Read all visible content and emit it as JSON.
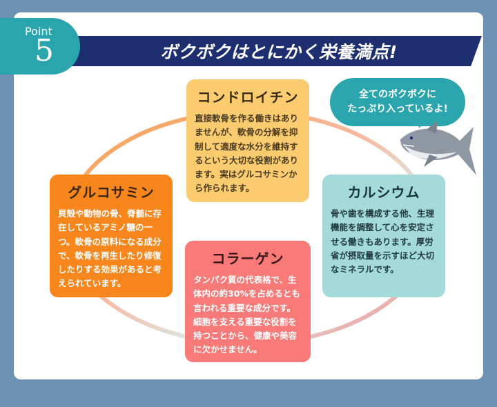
{
  "point": {
    "label": "Point",
    "number": "5"
  },
  "banner": {
    "title": "ボクボクはとにかく栄養満点!"
  },
  "bubble": {
    "line1": "全てのボクボクに",
    "line2": "たっぷり入っているよ!"
  },
  "boxes": {
    "chondroitin": {
      "title": "コンドロイチン",
      "text": "直接軟骨を作る働きはありませんが、軟骨の分解を抑制して適度な水分を維持するという大切な役割があります。実はグルコサミンから作られます。"
    },
    "glucosamine": {
      "title": "グルコサミン",
      "text": "貝殻や動物の骨、脊髄に存在しているアミノ糖の一つ。軟骨の原料になる成分で、軟骨を再生したり修復したりする効果があると考えられています。"
    },
    "calcium": {
      "title": "カルシウム",
      "text": "骨や歯を構成する他、生理機能を調整して心を安定させる働きもあります。厚労省が摂取量を示すほど大切なミネラルです。"
    },
    "collagen": {
      "title": "コラーゲン",
      "text": "タンパク質の代表格で、生体内の約30%を占めるとも言われる重要な成分です。細胞を支える重要な役割を持つことから、健康や美容に欠かせません。"
    }
  },
  "colors": {
    "background": "#6f91b2",
    "banner": "#1d2f6f",
    "teal": "#2aa5ad",
    "chondroitin": "#fbcc6f",
    "glucosamine": "#f7861d",
    "calcium": "#a4dad9",
    "collagen": "#f77a78"
  },
  "icons": {
    "mascot": "shark-icon"
  }
}
